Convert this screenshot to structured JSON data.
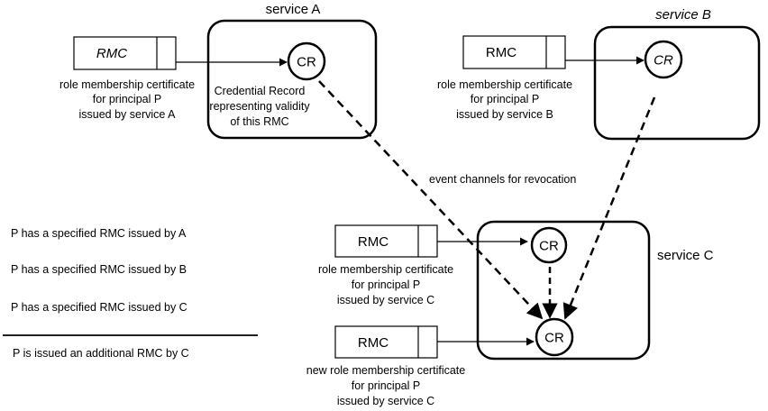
{
  "services": {
    "a": {
      "title": "service A"
    },
    "b": {
      "title": "service B"
    },
    "c": {
      "title": "service C"
    }
  },
  "credential_records": {
    "cr_label": "CR",
    "a_desc": [
      "Credential Record",
      "representing validity",
      "of this RMC"
    ]
  },
  "rmc_boxes": {
    "label": "RMC",
    "a_caption": [
      "role membership certificate",
      "for principal P",
      "issued by service A"
    ],
    "b_caption": [
      "role membership certificate",
      "for principal P",
      "issued by service B"
    ],
    "c_caption": [
      "role membership certificate",
      "for  principal P",
      "issued by service C"
    ],
    "new_caption": [
      "new role membership certificate",
      "for  principal P",
      "issued by service C"
    ]
  },
  "event_channels_label": "event channels for revocation",
  "conditions": [
    "P has a specified RMC issued by A",
    "P has a specified RMC issued by B",
    "P has a specified RMC issued by C"
  ],
  "conclusion": "P is issued an additional RMC by C",
  "colors": {
    "stroke": "#000000",
    "background": "#ffffff"
  }
}
